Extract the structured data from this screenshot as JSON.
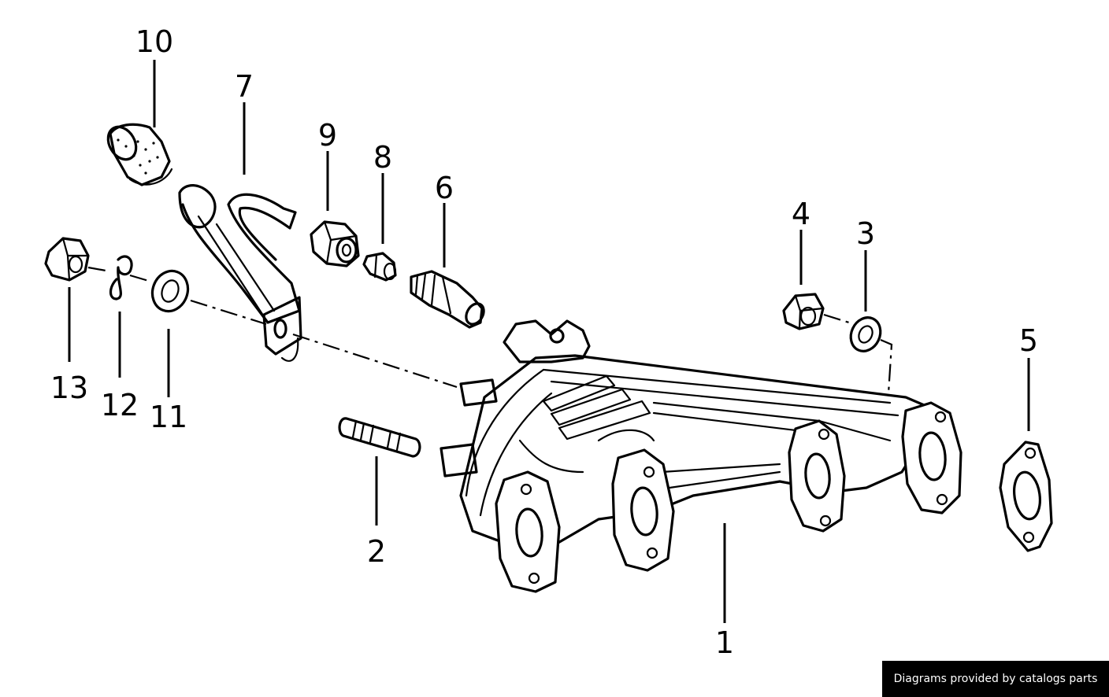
{
  "callouts": [
    "1",
    "2",
    "3",
    "4",
    "5",
    "6",
    "7",
    "8",
    "9",
    "10",
    "11",
    "12",
    "13"
  ],
  "credit": "Diagrams provided by catalogs parts"
}
